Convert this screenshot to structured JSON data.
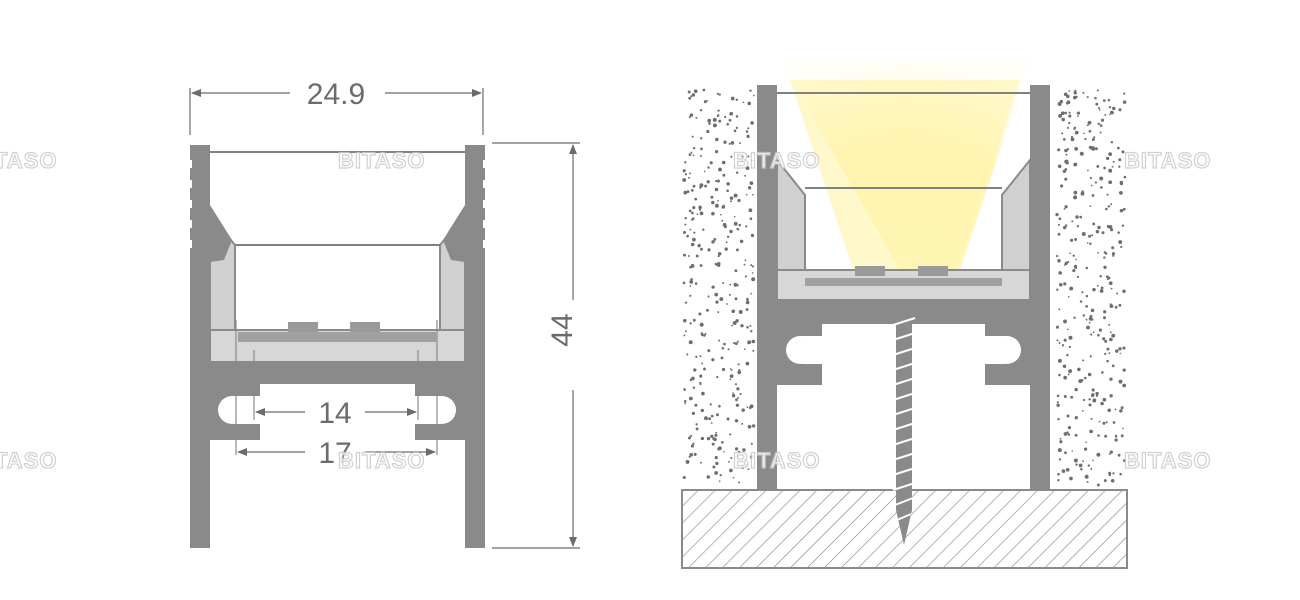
{
  "dimensions": {
    "overall_width": "24.9",
    "overall_height": "44",
    "inner_width_14": "14",
    "inner_width_17": "17"
  },
  "watermark": {
    "text": "BITASO"
  },
  "colors": {
    "profile": "#8a8a8a",
    "profile_light": "#d7d7d7",
    "diffuser_line": "#808080",
    "dimension": "#6b6b6b",
    "beam": "#fff3a8",
    "hatch": "#8a8a8a"
  }
}
